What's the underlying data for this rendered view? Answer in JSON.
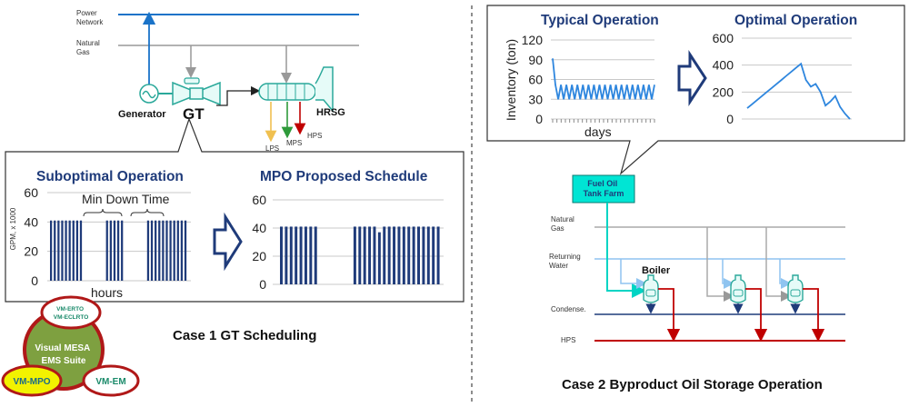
{
  "case1": {
    "power_network": "Power\nNetwork",
    "natural_gas": "Natural\nGas",
    "generator": "Generator",
    "gt": "GT",
    "hrsg": "HRSG",
    "lps": "LPS",
    "mps": "MPS",
    "hps": "HPS",
    "caption": "Case 1 GT Scheduling",
    "suboptimal": {
      "title": "Suboptimal Operation",
      "ylabel": "GPM, x 1000",
      "xlabel": "hours",
      "annotation": "Min Down Time",
      "yticks": [
        "60",
        "40",
        "20",
        "0"
      ]
    },
    "mpo": {
      "title": "MPO Proposed Schedule",
      "yticks": [
        "60",
        "40",
        "20",
        "0"
      ]
    }
  },
  "case2": {
    "typical": {
      "title": "Typical Operation",
      "ylabel": "Inventory (ton)",
      "xlabel": "days",
      "yticks": [
        "120",
        "90",
        "60",
        "30",
        "0"
      ]
    },
    "optimal": {
      "title": "Optimal Operation",
      "yticks": [
        "600",
        "400",
        "200",
        "0"
      ]
    },
    "fuel_oil": "Fuel Oil\nTank Farm",
    "natural_gas": "Natural\nGas",
    "returning_water": "Returning\nWater",
    "boiler": "Boiler",
    "condense": "Condense.",
    "hps": "HPS",
    "caption": "Case 2 Byproduct Oil Storage Operation"
  },
  "suite": {
    "center": "Visual MESA\nEMS Suite",
    "top": "VM-ERTO\nVM-ECLRTO",
    "left": "VM-MPO",
    "right": "VM-EM"
  },
  "colors": {
    "navy": "#1f3b7a",
    "blue_line": "#1a73c8",
    "series_blue": "#2e86de",
    "steam_red": "#c00000",
    "teal": "#00e5d4",
    "olive": "#7ea040"
  },
  "chart_data": [
    {
      "type": "bar",
      "title": "Suboptimal Operation",
      "xlabel": "hours",
      "ylabel": "GPM, x 1000",
      "ylim": [
        0,
        60
      ],
      "values": [
        41,
        41,
        41,
        41,
        41,
        41,
        41,
        41,
        41,
        0,
        0,
        0,
        0,
        0,
        0,
        41,
        41,
        41,
        41,
        41,
        0,
        0,
        0,
        0,
        0,
        0,
        41,
        41,
        41,
        41,
        41,
        41,
        41,
        41,
        41,
        41,
        41
      ],
      "annotations": [
        "Min Down Time"
      ]
    },
    {
      "type": "bar",
      "title": "MPO Proposed Schedule",
      "ylim": [
        0,
        60
      ],
      "values": [
        41,
        41,
        41,
        41,
        41,
        41,
        41,
        41,
        0,
        0,
        0,
        0,
        0,
        0,
        0,
        41,
        41,
        41,
        41,
        41,
        37,
        41,
        41,
        41,
        41,
        41,
        41,
        41,
        41,
        41,
        41,
        41,
        41
      ]
    },
    {
      "type": "line",
      "title": "Typical Operation",
      "xlabel": "days",
      "ylabel": "Inventory (ton)",
      "ylim": [
        0,
        120
      ],
      "values": [
        92,
        52,
        30,
        52,
        30,
        52,
        30,
        52,
        30,
        52,
        30,
        52,
        30,
        52,
        30,
        52,
        30,
        52,
        30,
        52,
        30,
        52,
        30,
        52,
        30,
        52,
        30,
        52,
        30,
        52,
        30,
        52,
        30,
        52,
        30,
        52,
        30,
        52
      ]
    },
    {
      "type": "line",
      "title": "Optimal Operation",
      "ylim": [
        0,
        600
      ],
      "values": [
        80,
        110,
        140,
        170,
        200,
        230,
        260,
        290,
        320,
        350,
        380,
        410,
        290,
        240,
        260,
        200,
        100,
        130,
        170,
        90,
        40,
        0
      ]
    }
  ]
}
